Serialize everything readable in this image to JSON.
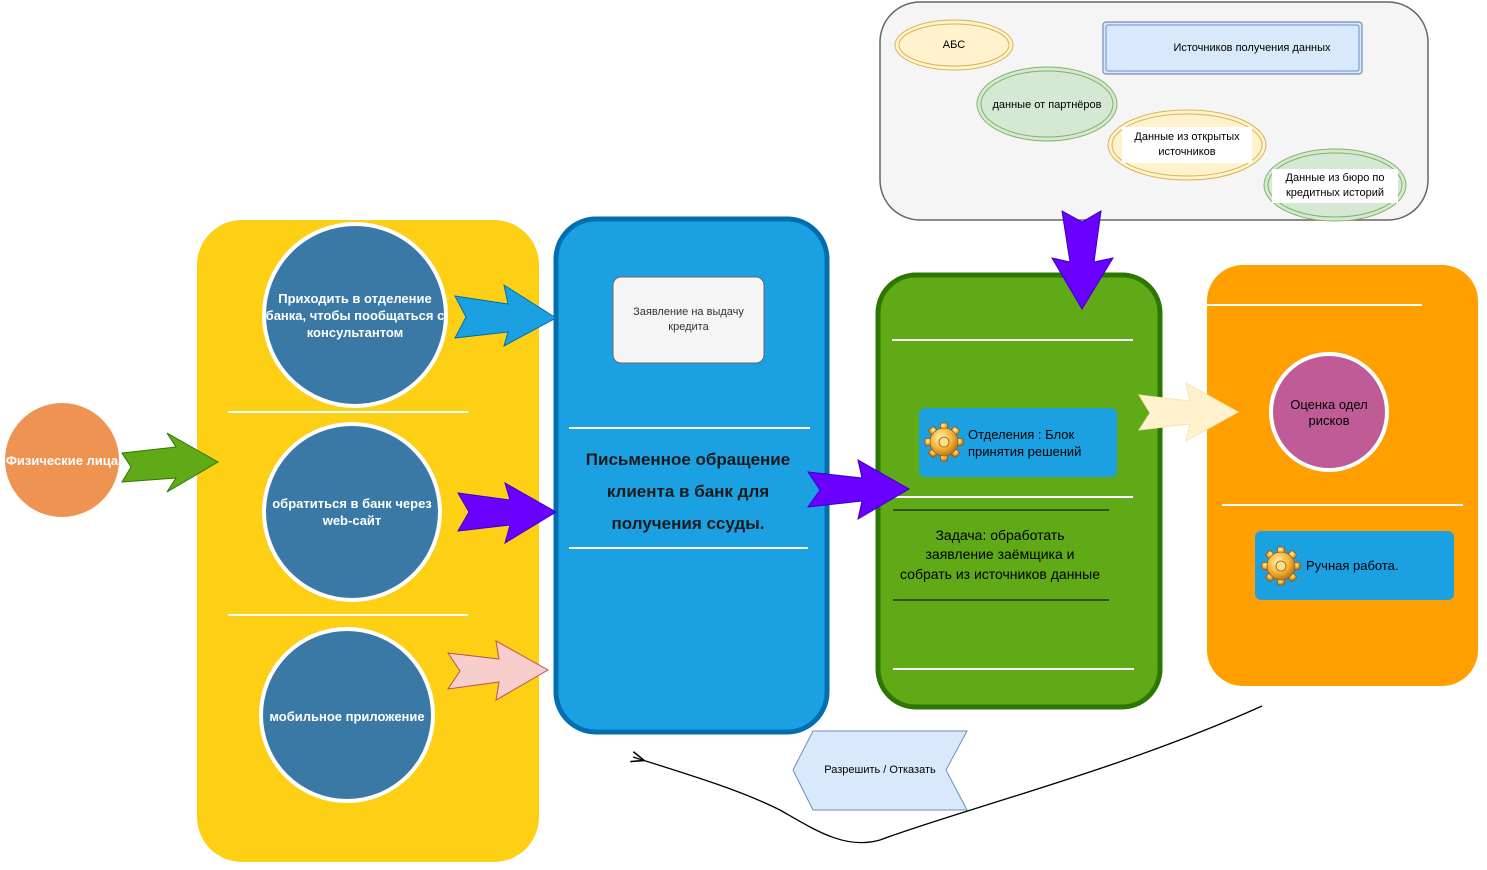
{
  "customer": {
    "label": "Физические лица"
  },
  "channels": [
    {
      "label": "Приходить в отделение банка, чтобы пообщаться с консультантом"
    },
    {
      "label": "обратиться в банк через web-сайт"
    },
    {
      "label": "мобильное приложение"
    }
  ],
  "application": {
    "card_label": "Заявление на выдачу кредита",
    "title": "Письменное обращение клиента в банк для получения ссуды."
  },
  "data_sources": {
    "header": "Источников получения данных",
    "items": [
      {
        "label": "АБС"
      },
      {
        "label": "данные от партнёров"
      },
      {
        "label": "Данные из открытых источников"
      },
      {
        "label": "Данные из бюро по кредитных историй"
      }
    ]
  },
  "decision_block": {
    "unit_label": "Отделения : Блок принятия решений",
    "task_label": "Задача: обработать заявление заёмщика и собрать из источников данные"
  },
  "risk_block": {
    "dept_label": "Оценка одел рисков",
    "manual_label": "Ручная работа."
  },
  "feedback": {
    "label": "Разрешить / Отказать"
  },
  "colors": {
    "yellow_lane": "#fdd016",
    "blue_lane": "#1ba1e2",
    "green_lane": "#60a917",
    "orange_lane": "#ff9f00",
    "channel_circle": "#3a79a6",
    "customer_circle": "#ef9352",
    "risk_circle": "#bf5c98",
    "purple_arrow": "#6a00ff"
  },
  "icons": [
    "gear-icon"
  ]
}
